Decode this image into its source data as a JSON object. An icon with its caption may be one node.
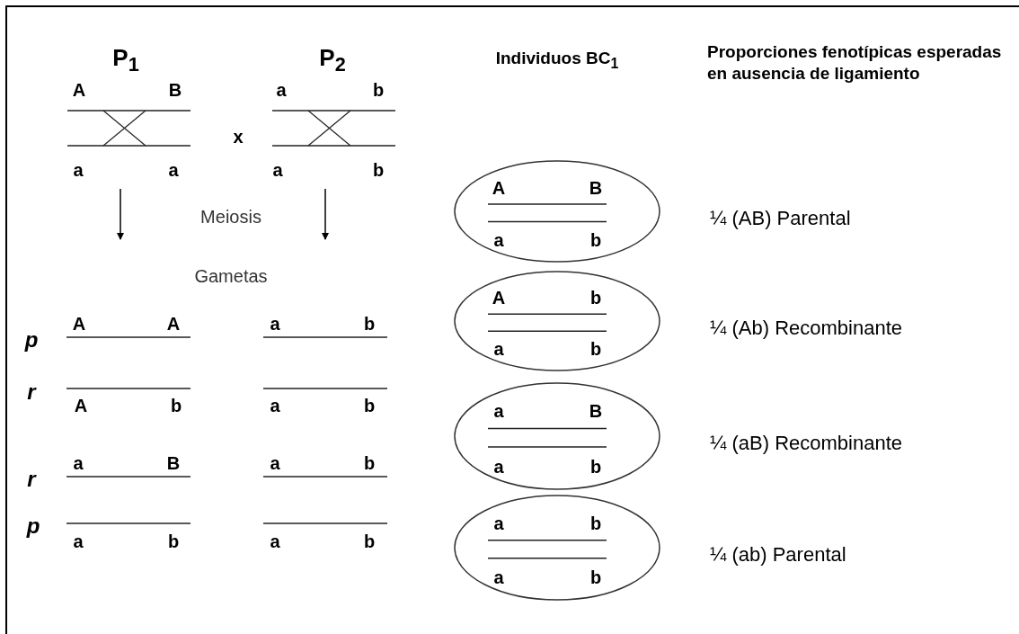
{
  "diagram": {
    "nodes": [
      {
        "text": [
          "A",
          "B",
          "a",
          "b"
        ],
        "beside": [
          "¼ (AB) Parental"
        ]
      },
      {
        "text": [
          "A",
          "b",
          "a",
          "b"
        ],
        "beside": [
          "¼ (Ab) Recombinante"
        ]
      },
      {
        "text": [
          "a",
          "B",
          "a",
          "b"
        ],
        "beside": [
          "¼ (aB) Recombinante"
        ]
      },
      {
        "text": [
          "a",
          "b",
          "a",
          "b"
        ],
        "beside": [
          "¼ (ab) Parental"
        ]
      }
    ],
    "labels": [
      "P$_{1}$",
      "P$_{2}$",
      "Individuos BC$_{1}$",
      "Proporciones fenotípicas esperadas en ausencia de ligamiento",
      "A",
      "B",
      "a",
      "b",
      "x",
      "a",
      "a",
      "a",
      "b",
      "Meiosis",
      "Gametas",
      "p",
      "A",
      "A",
      "a",
      "b",
      "r",
      "A",
      "b",
      "a",
      "b",
      "r",
      "a",
      "B",
      "a",
      "b",
      "p",
      "a",
      "b",
      "a",
      "b"
    ]
  }
}
